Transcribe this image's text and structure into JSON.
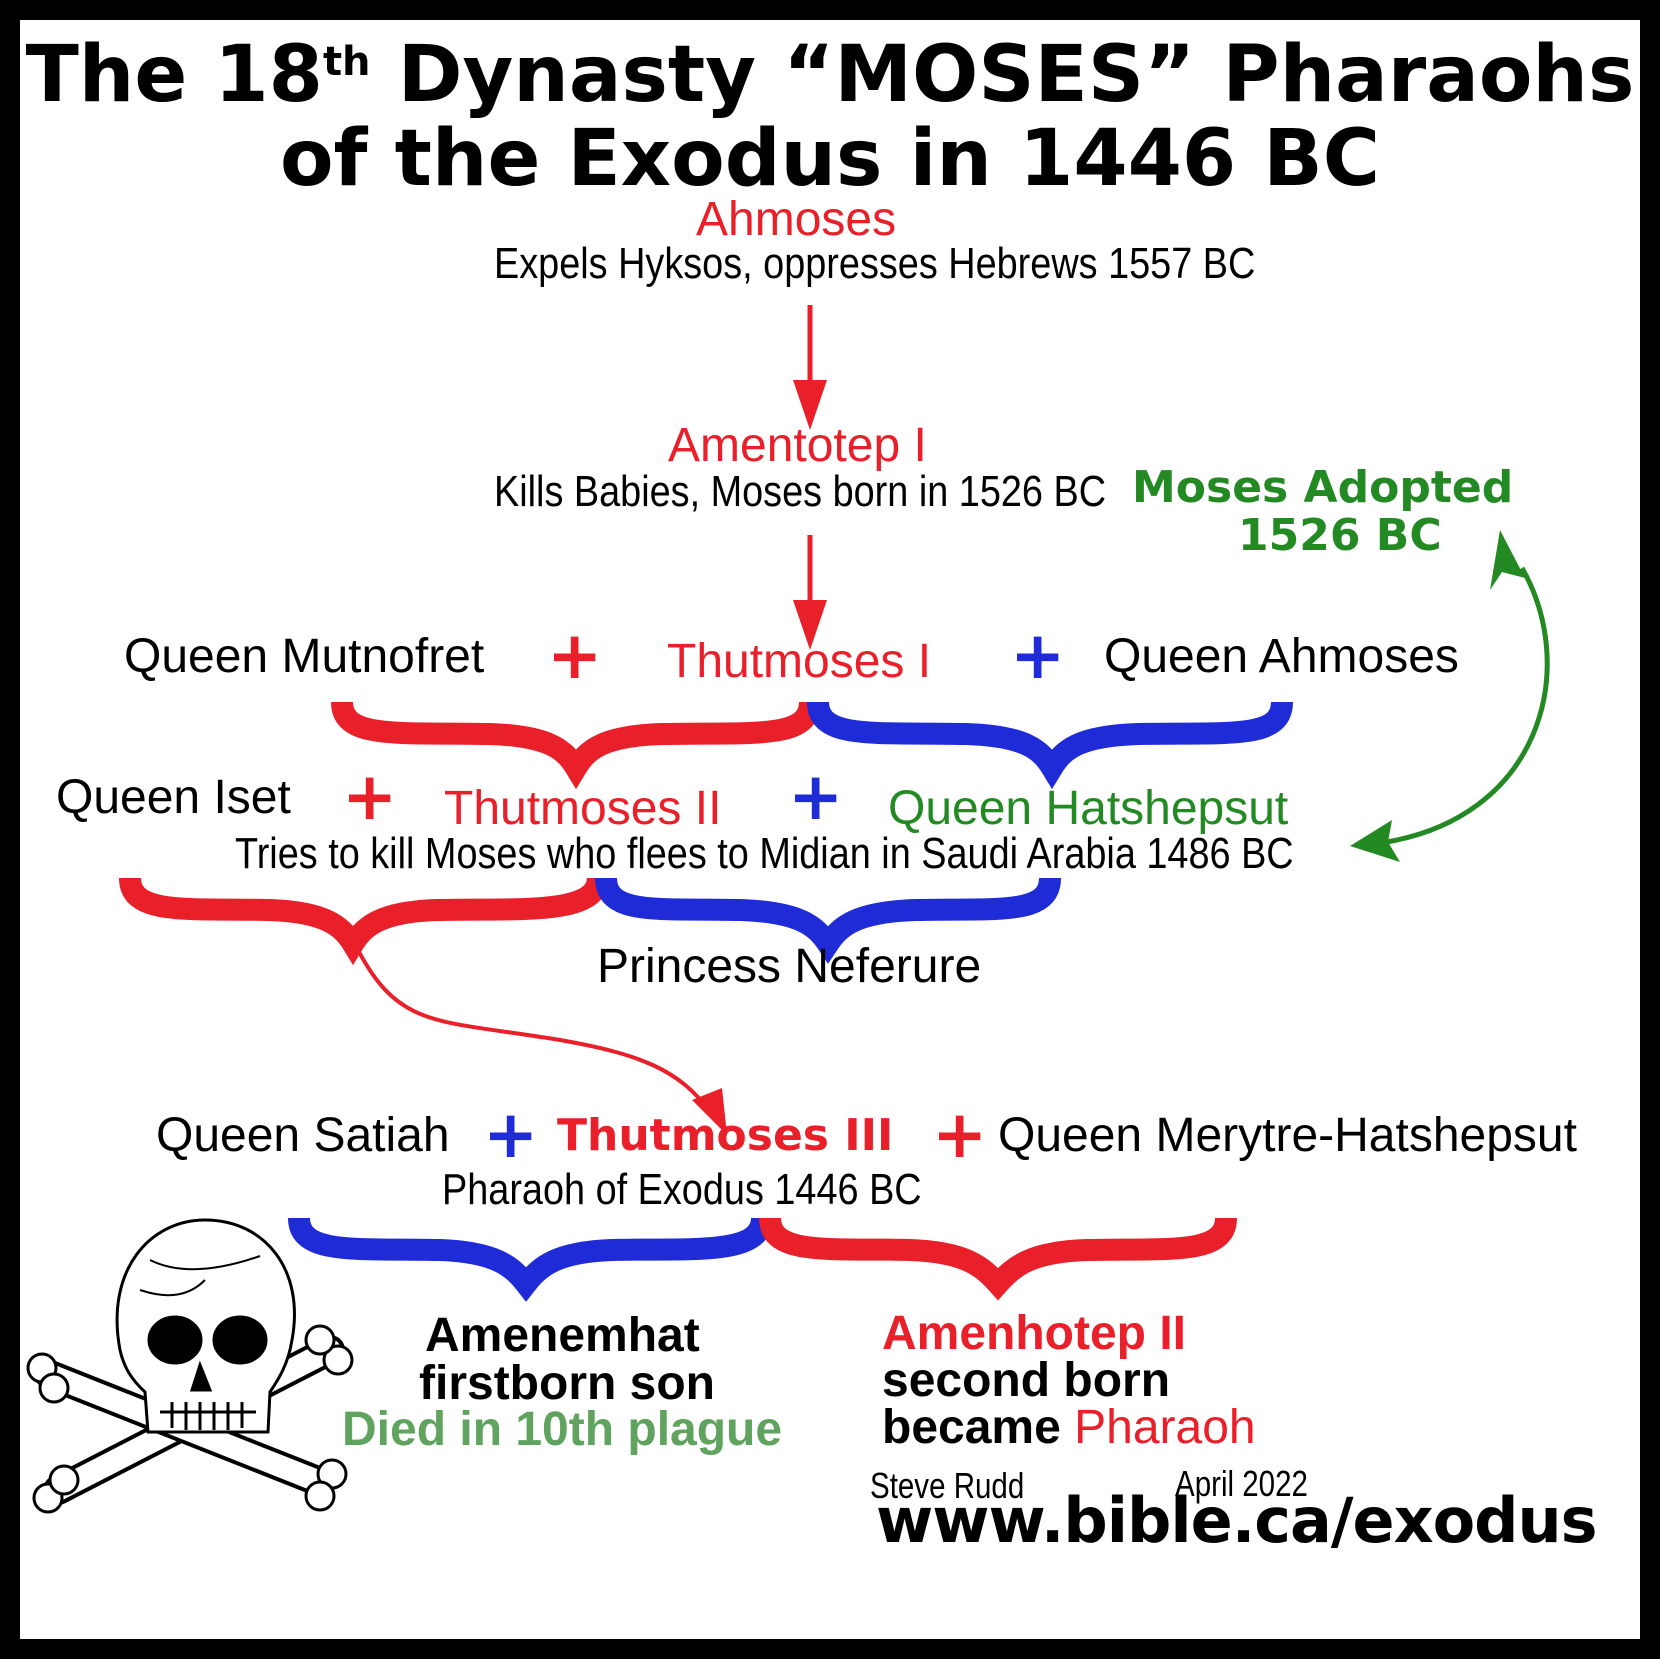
{
  "title": {
    "line1_a": "The 18",
    "line1_sup": "th",
    "line1_b": " Dynasty “MOSES” Pharaohs",
    "line2": "of the Exodus in 1446 BC"
  },
  "nodes": {
    "ahmoses": {
      "name": "Ahmoses",
      "desc": "Expels Hyksos, oppresses Hebrews 1557 BC"
    },
    "amentotep": {
      "name": "Amentotep I",
      "desc": "Kills Babies, Moses born in 1526 BC"
    },
    "moses_adopted": {
      "line1": "Moses Adopted",
      "line2": "1526 BC"
    },
    "queen_mutnofret": "Queen Mutnofret",
    "thutmoses_1": "Thutmoses I",
    "queen_ahmoses": "Queen Ahmoses",
    "queen_iset": "Queen Iset",
    "thutmoses_2": "Thutmoses II",
    "queen_hatshepsut": "Queen Hatshepsut",
    "thutmoses_2_desc": "Tries to kill Moses who flees to Midian in Saudi Arabia 1486 BC",
    "princess_neferure": "Princess Neferure",
    "queen_satiah": "Queen Satiah",
    "thutmoses_3": "Thutmoses III",
    "queen_merytre": "Queen Merytre-Hatshepsut",
    "thutmoses_3_desc": "Pharaoh of Exodus 1446 BC",
    "amenemhat": {
      "line1": "Amenemhat",
      "line2": "firstborn son",
      "line3": "Died in 10th plague"
    },
    "amenhotep": {
      "line1": "Amenhotep II",
      "line2": "second born",
      "line3a": "became ",
      "line3b": "Pharaoh"
    }
  },
  "plus_sign": "+",
  "footer": {
    "author": "Steve Rudd",
    "date": "April 2022",
    "url": "www.bible.ca/exodus"
  },
  "colors": {
    "red": "#e9202a",
    "blue": "#1f2bd6",
    "green": "#238a23",
    "light_green": "#5fa35f",
    "border": "#000000"
  },
  "icons": [
    "skull-crossbones-icon"
  ]
}
